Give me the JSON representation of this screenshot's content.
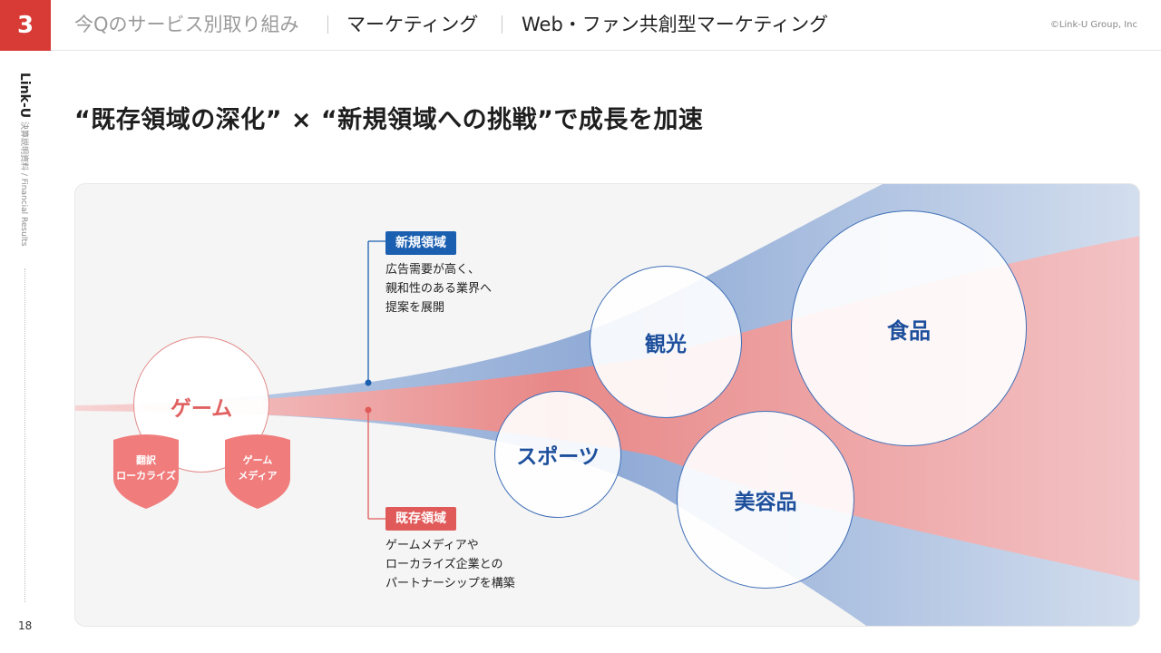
{
  "header": {
    "section_number": "3",
    "breadcrumb": [
      "今Qのサービス別取り組み",
      "マーケティング",
      "Web・ファン共創型マーケティング"
    ],
    "copyright": "©Link-U Group, Inc"
  },
  "side": {
    "brand": "Link-U",
    "subtitle": "決算説明資料 / Financial Results",
    "page_number": "18"
  },
  "title": "“既存領域の深化” × “新規領域への挑戦”で成長を加速",
  "diagram": {
    "origin": {
      "label": "ゲーム",
      "shields": [
        "翻訳\nローカライズ",
        "ゲーム\nメディア"
      ]
    },
    "new_area": {
      "tag": "新規領域",
      "description": [
        "広告需要が高く、",
        "親和性のある業界へ",
        "提案を展開"
      ]
    },
    "existing_area": {
      "tag": "既存領域",
      "description": [
        "ゲームメディアや",
        "ローカライズ企業との",
        "パートナーシップを構築"
      ]
    },
    "domains": [
      "観光",
      "食品",
      "スポーツ",
      "美容品"
    ]
  },
  "colors": {
    "accent_red": "#d83a35",
    "blue": "#1b5fb0",
    "red_tag": "#e05a5a"
  }
}
